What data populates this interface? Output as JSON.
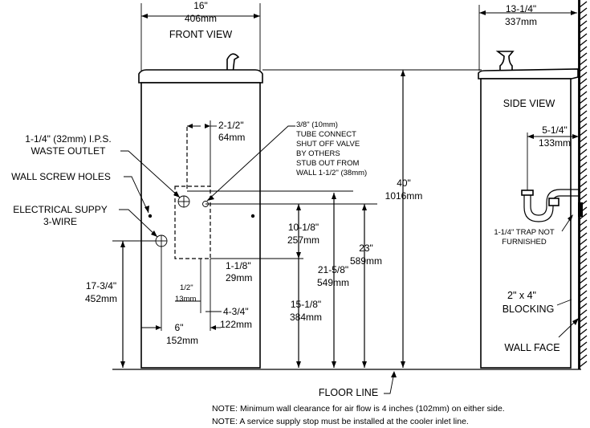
{
  "front_view": {
    "title": "FRONT VIEW",
    "width_in": "16\"",
    "width_mm": "406mm"
  },
  "side_view": {
    "title": "SIDE VIEW",
    "depth_in": "13-1/4\"",
    "depth_mm": "337mm"
  },
  "callouts": {
    "waste_outlet": [
      "1-1/4\" (32mm) I.P.S.",
      "WASTE OUTLET"
    ],
    "wall_screw_holes": "WALL SCREW HOLES",
    "electrical": [
      "ELECTRICAL SUPPY",
      "3-WIRE"
    ],
    "tube_connect": [
      "3/8\" (10mm)",
      "TUBE CONNECT",
      "SHUT OFF VALVE",
      "BY OTHERS",
      "STUB OUT FROM",
      "WALL 1-1/2\" (38mm)"
    ],
    "trap": [
      "1-1/4\" TRAP NOT",
      "FURNISHED"
    ],
    "blocking": [
      "2\" x 4\"",
      "BLOCKING"
    ],
    "wall_face": "WALL FACE",
    "floor_line": "FLOOR LINE"
  },
  "dimensions": {
    "d_2_1_2": [
      "2-1/2\"",
      "64mm"
    ],
    "d_10_1_8": [
      "10-1/8\"",
      "257mm"
    ],
    "d_1_1_8": [
      "1-1/8\"",
      "29mm"
    ],
    "d_1_2": [
      "1/2\"",
      "13mm"
    ],
    "d_4_3_4": [
      "4-3/4\"",
      "122mm"
    ],
    "d_6": [
      "6\"",
      "152mm"
    ],
    "d_17_3_4": [
      "17-3/4\"",
      "452mm"
    ],
    "d_15_1_8": [
      "15-1/8\"",
      "384mm"
    ],
    "d_21_5_8": [
      "21-5/8\"",
      "549mm"
    ],
    "d_23": [
      "23\"",
      "589mm"
    ],
    "d_40": [
      "40\"",
      "1016mm"
    ],
    "d_5_1_4": [
      "5-1/4\"",
      "133mm"
    ]
  },
  "notes": [
    "NOTE: Minimum wall clearance for air flow is 4 inches (102mm) on either side.",
    "NOTE: A service supply stop must be installed at the cooler inlet line."
  ]
}
